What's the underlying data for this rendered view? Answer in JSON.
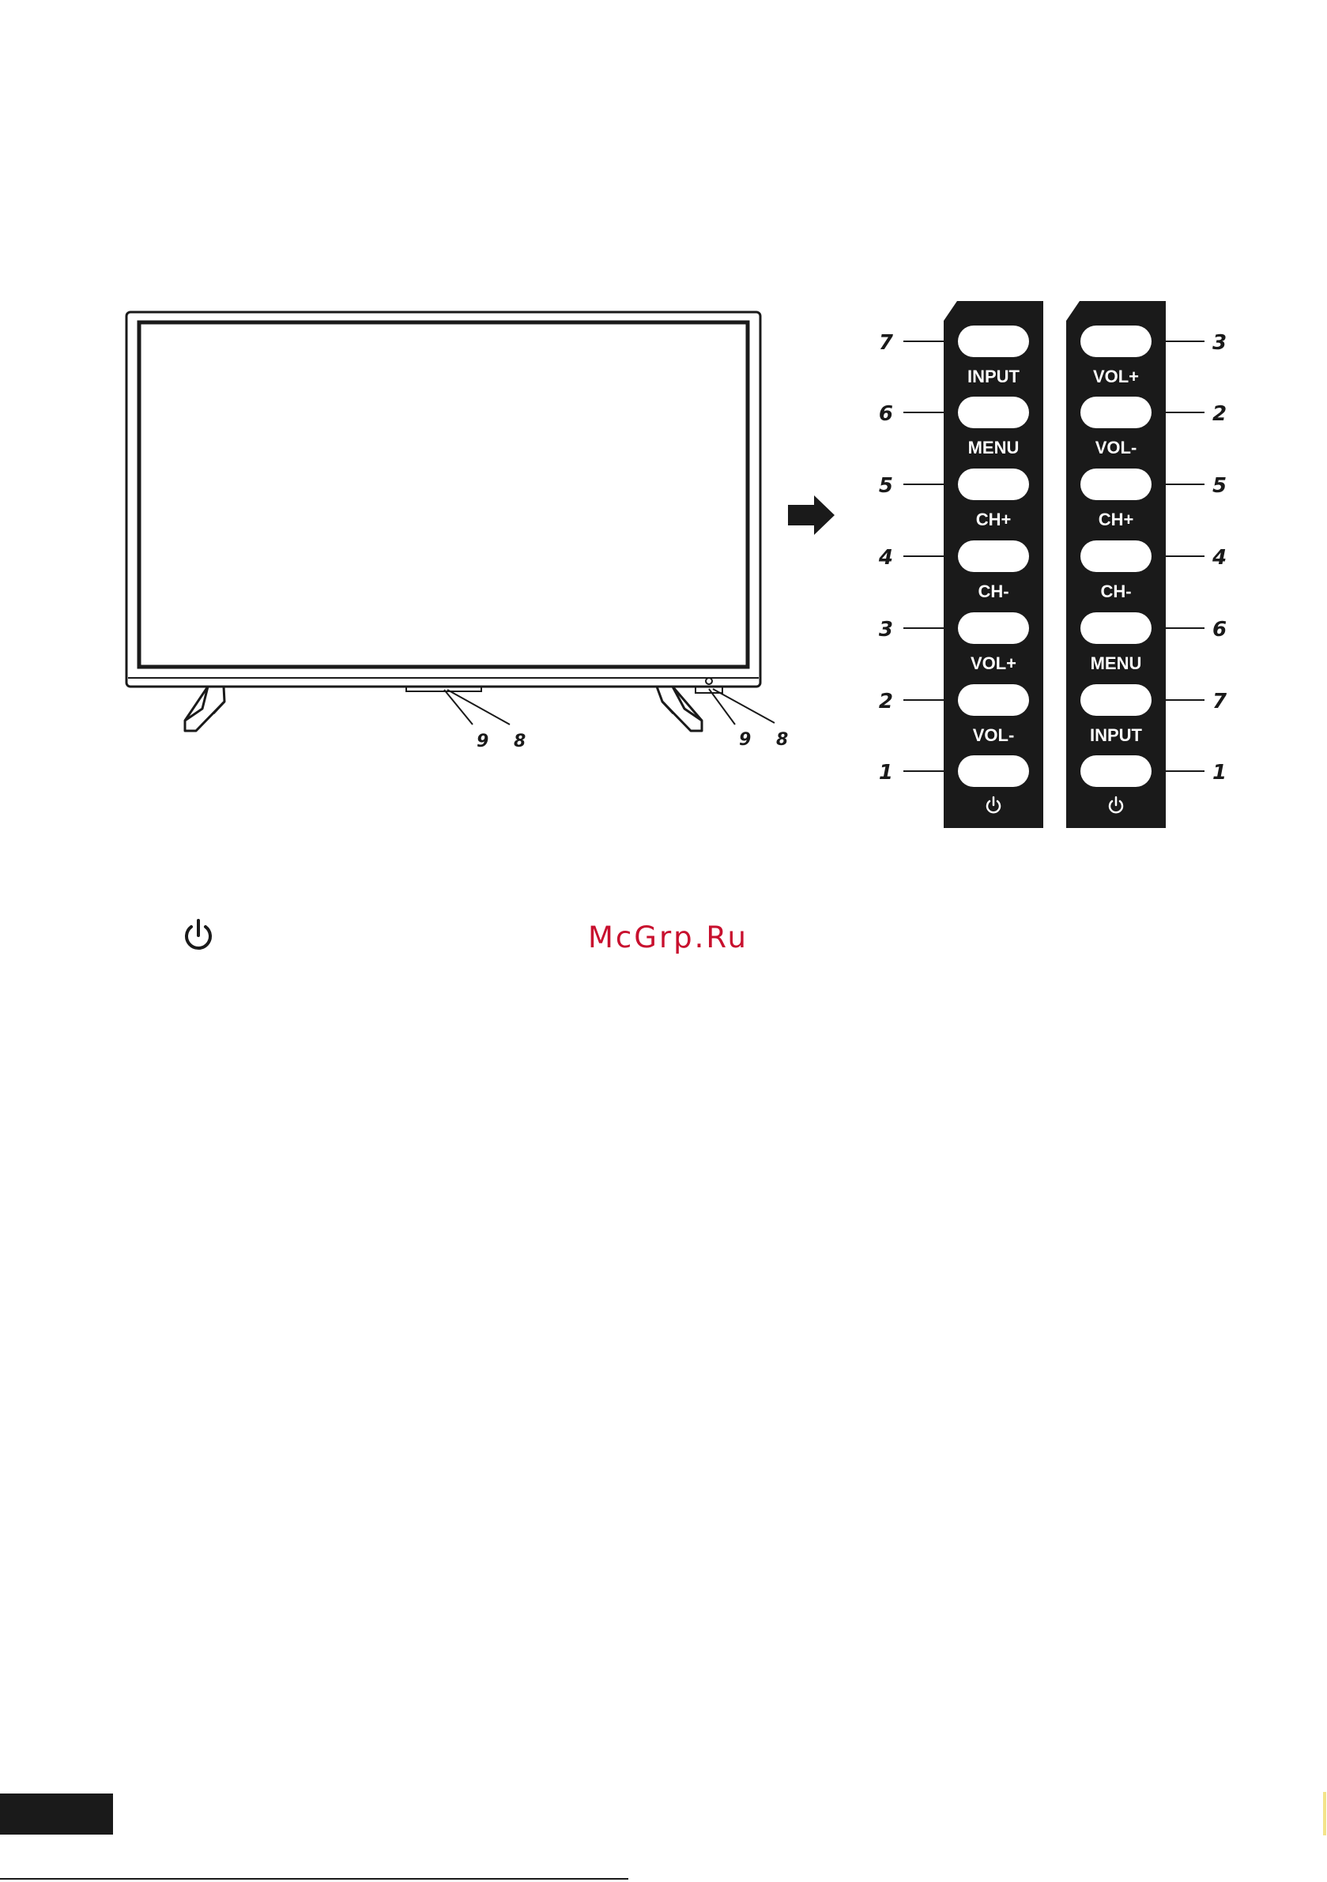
{
  "tv": {
    "side_labels": [
      "9",
      "8"
    ],
    "corner_labels": [
      "9",
      "8"
    ]
  },
  "panels": {
    "left": {
      "numbers": [
        "7",
        "6",
        "5",
        "4",
        "3",
        "2",
        "1"
      ],
      "labels": [
        "INPUT",
        "MENU",
        "CH+",
        "CH-",
        "VOL+",
        "VOL-"
      ]
    },
    "right": {
      "numbers": [
        "3",
        "2",
        "5",
        "4",
        "6",
        "7",
        "1"
      ],
      "labels": [
        "VOL+",
        "VOL-",
        "CH+",
        "CH-",
        "MENU",
        "INPUT"
      ]
    }
  },
  "legend": {
    "power_icon": "power-icon"
  },
  "watermark": "McGrp.Ru",
  "colors": {
    "ink": "#1a1a1a",
    "panel": "#1a1a1a",
    "watermark": "#c8102e"
  }
}
